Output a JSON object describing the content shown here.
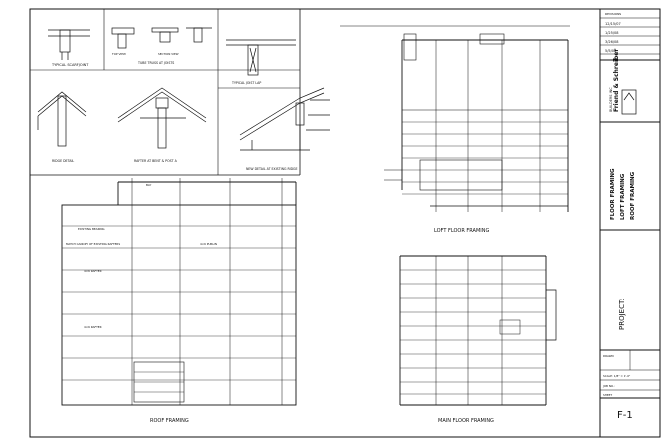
{
  "sheet": {
    "details": {
      "typical_scarfjoint": "TYPICAL SCARFJOINT",
      "tube_truss_joints": "TUBE TRUSS AT JOISTS",
      "typical_joist_lap": "TYPICAL JOIST LAP",
      "ridge_detail": "RIDGE DETAIL",
      "rafter_bent_post": "RAFTER AT BENT & POST A",
      "new_detail_existing_ridge": "NEW DETAIL AT EXISTING RIDGE",
      "top_view": "TOP VIEW",
      "section_view": "SECTION VIEW"
    },
    "plans": {
      "roof_framing": "ROOF FRAMING",
      "loft_floor_framing": "LOFT FLOOR FRAMING",
      "main_floor_framing": "MAIN FLOOR FRAMING"
    },
    "roof_labels": {
      "existing_bearing": "EXISTING BEARING",
      "match_existing_rafters": "MATCH CANOPY OF EXISTING RAFTERS",
      "rafter_a": "4×6 RAFTER",
      "rafter_b": "4×6 RAFTER",
      "purlin": "4×6 PURLIN",
      "bay": "BAY"
    },
    "title_block": {
      "revisions_heading": "REVISIONS",
      "revision_dates": [
        "12/15/07",
        "1/25/08",
        "3/26/08",
        "5/5/08"
      ],
      "firm_name": "Friend & Schreiber",
      "firm_sub": "BUILDERS INC",
      "drawing_title_1": "FLOOR FRAMING",
      "drawing_title_2": "LOFT FRAMING",
      "drawing_title_3": "ROOF FRAMING",
      "project_label": "PROJECT:",
      "drawn_label": "DRAWN",
      "scale_label": "SCALE: 1/8\" = 1'-0\"",
      "job_label": "JOB NO.:",
      "sheet_label": "SHEET",
      "sheet_number": "F-1"
    }
  }
}
